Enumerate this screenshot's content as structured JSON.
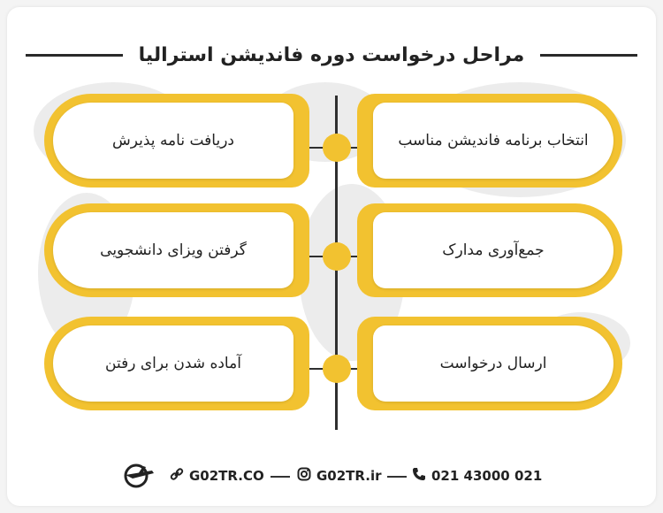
{
  "title": "مراحل درخواست دوره فاندیشن استرالیا",
  "steps": [
    {
      "label": "انتخاب برنامه فاندیشن مناسب"
    },
    {
      "label": "دریافت نامه پذیرش"
    },
    {
      "label": "جمع‌آوری مدارک"
    },
    {
      "label": "گرفتن ویزای دانشجویی"
    },
    {
      "label": "ارسال درخواست"
    },
    {
      "label": "آماده شدن برای رفتن"
    }
  ],
  "footer": {
    "website": "G02TR.CO",
    "instagram": "G02TR.ir",
    "phone": "021 43000 021"
  },
  "colors": {
    "accent": "#f2c230",
    "dark": "#2f2f2f"
  },
  "icons": {
    "logo": "airplane-logo-icon",
    "website": "link-icon",
    "instagram": "instagram-icon",
    "phone": "phone-icon"
  }
}
